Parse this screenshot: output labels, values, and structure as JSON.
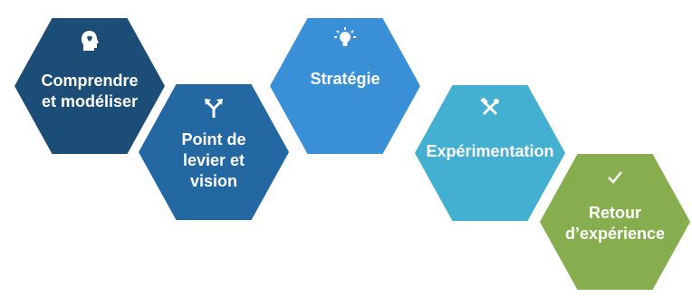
{
  "steps": [
    {
      "label": "Comprendre\net modéliser",
      "icon": "head-heart-icon",
      "color": "#1b4d76"
    },
    {
      "label": "Point de\nlevier et\nvision",
      "icon": "split-arrows-icon",
      "color": "#2368a3"
    },
    {
      "label": "Stratégie",
      "icon": "lightbulb-icon",
      "color": "#3990d6"
    },
    {
      "label": "Expérimentation",
      "icon": "tools-icon",
      "color": "#43afd1"
    },
    {
      "label": "Retour\nd’expérience",
      "icon": "checkmark-icon",
      "color": "#86ad4e"
    }
  ]
}
